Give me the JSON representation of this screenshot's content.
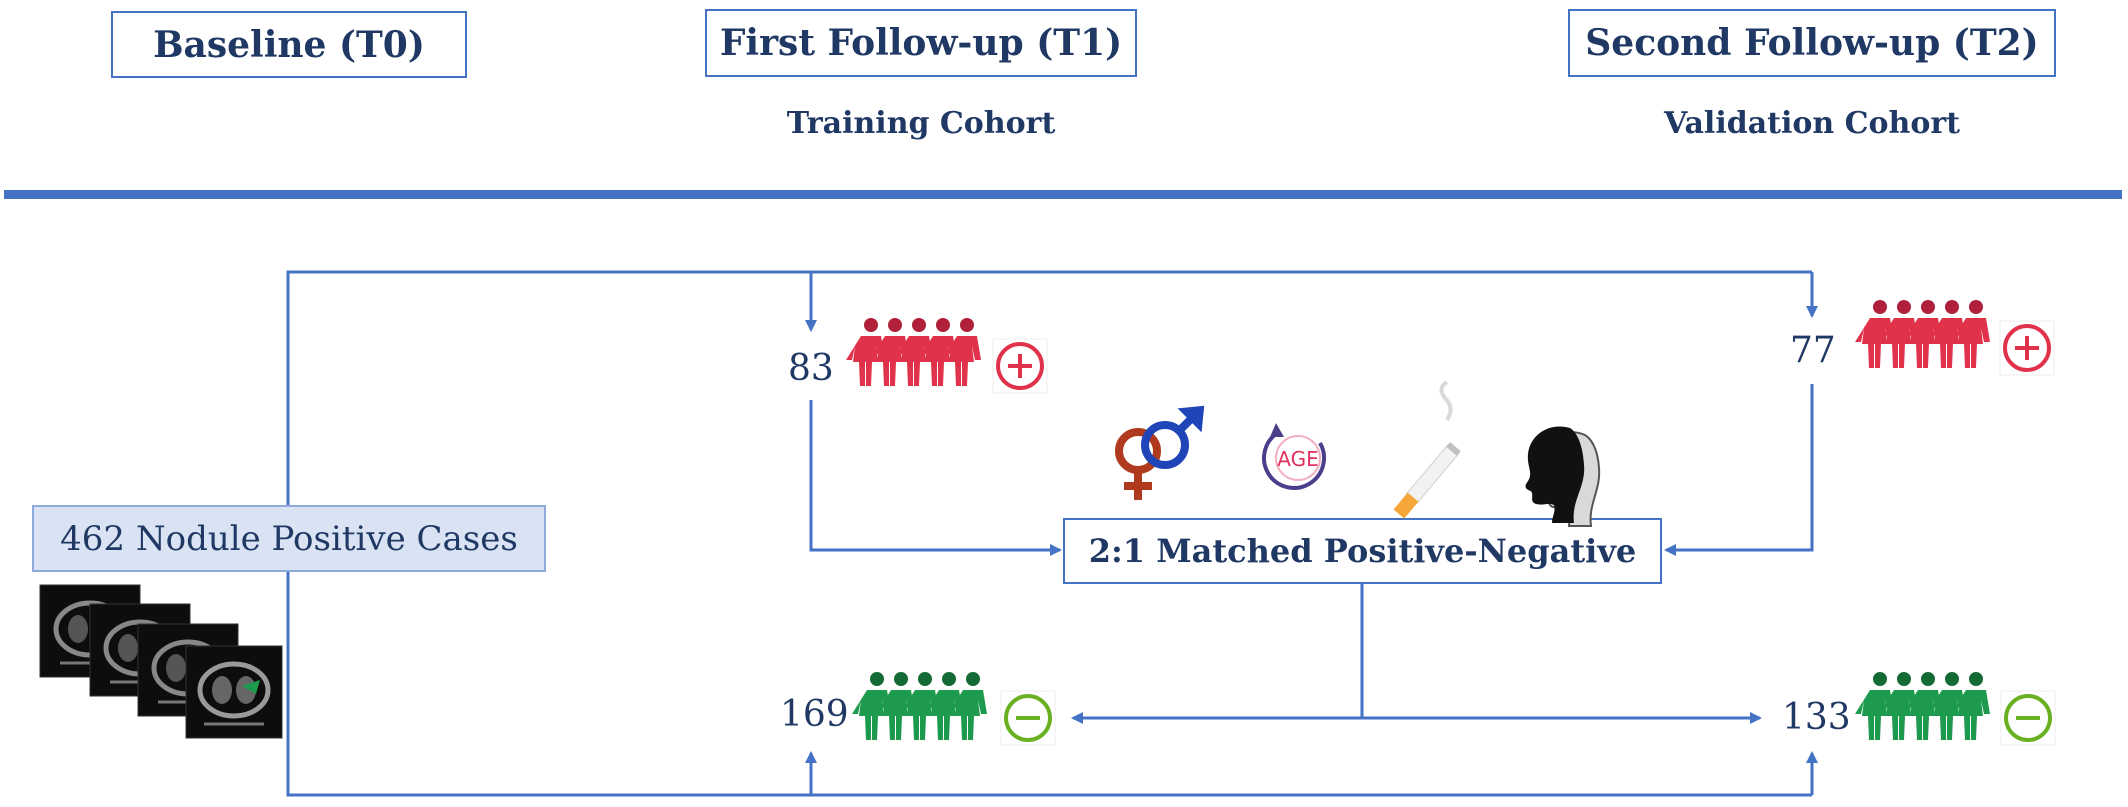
{
  "header": {
    "baseline": "Baseline (T0)",
    "first_followup": "First Follow-up (T1)",
    "second_followup": "Second Follow-up (T2)",
    "training": "Training Cohort",
    "validation": "Validation Cohort"
  },
  "cases_label": "462 Nodule Positive Cases",
  "matched_label": "2:1 Matched Positive-Negative",
  "age_icon_text": "AGE",
  "counts": {
    "t1_positive": "83",
    "t2_positive": "77",
    "t1_negative": "169",
    "t2_negative": "133"
  },
  "colors": {
    "line": "#4472c4",
    "positive": "#e0324b",
    "negative": "#1e9a4e",
    "text": "#1f3864"
  },
  "icons": [
    "people-positive-icon",
    "people-negative-icon",
    "plus-icon",
    "minus-icon",
    "gender-icon",
    "age-icon",
    "cigarette-icon",
    "head-icon",
    "ct-scan-icon"
  ]
}
